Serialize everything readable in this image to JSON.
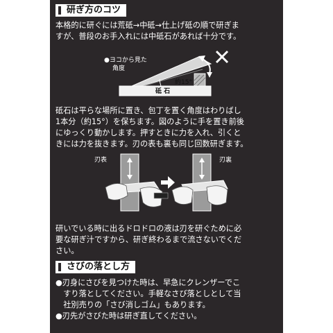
{
  "section1": {
    "heading": "研ぎ方のコツ",
    "intro": [
      "本格的に研ぐには荒砥→中砥→仕上げ砥の順で研ぎま",
      "すが、普段のお手入れには中砥石があれば十分です。"
    ],
    "angle_caption": [
      "●ヨコから見た",
      "角度"
    ],
    "angle_value": "約15°",
    "stone_label": "砥 石",
    "body": [
      "砥石は平らな場所に置き、包丁を置く角度はわりばし",
      "1本分（約15°）を保ちます。図のように手を置き前後",
      "にゆっくり動かします。押すときに力を入れ、引くと",
      "きには力を抜きます。刃の表も裏も同じ回数研ぎます。"
    ],
    "face_label": "刃表",
    "back_label": "刃裏",
    "note": [
      "研いでいる時に出るドロドロの液は刃を研ぐために必",
      "要な研ぎ汁ですから、研ぎ終わるまで流さないでくだ",
      "さい。"
    ]
  },
  "section2": {
    "heading": "さびの落とし方",
    "lines": [
      "●刃身にさびを見つけた時は、早急にクレンザーでこ",
      "　すり落としてください。手軽なさび落としとして当",
      "　社別売りの「さび消しゴム」もあります。",
      "●刃先がさびた時は研ぎ直してください。"
    ]
  }
}
